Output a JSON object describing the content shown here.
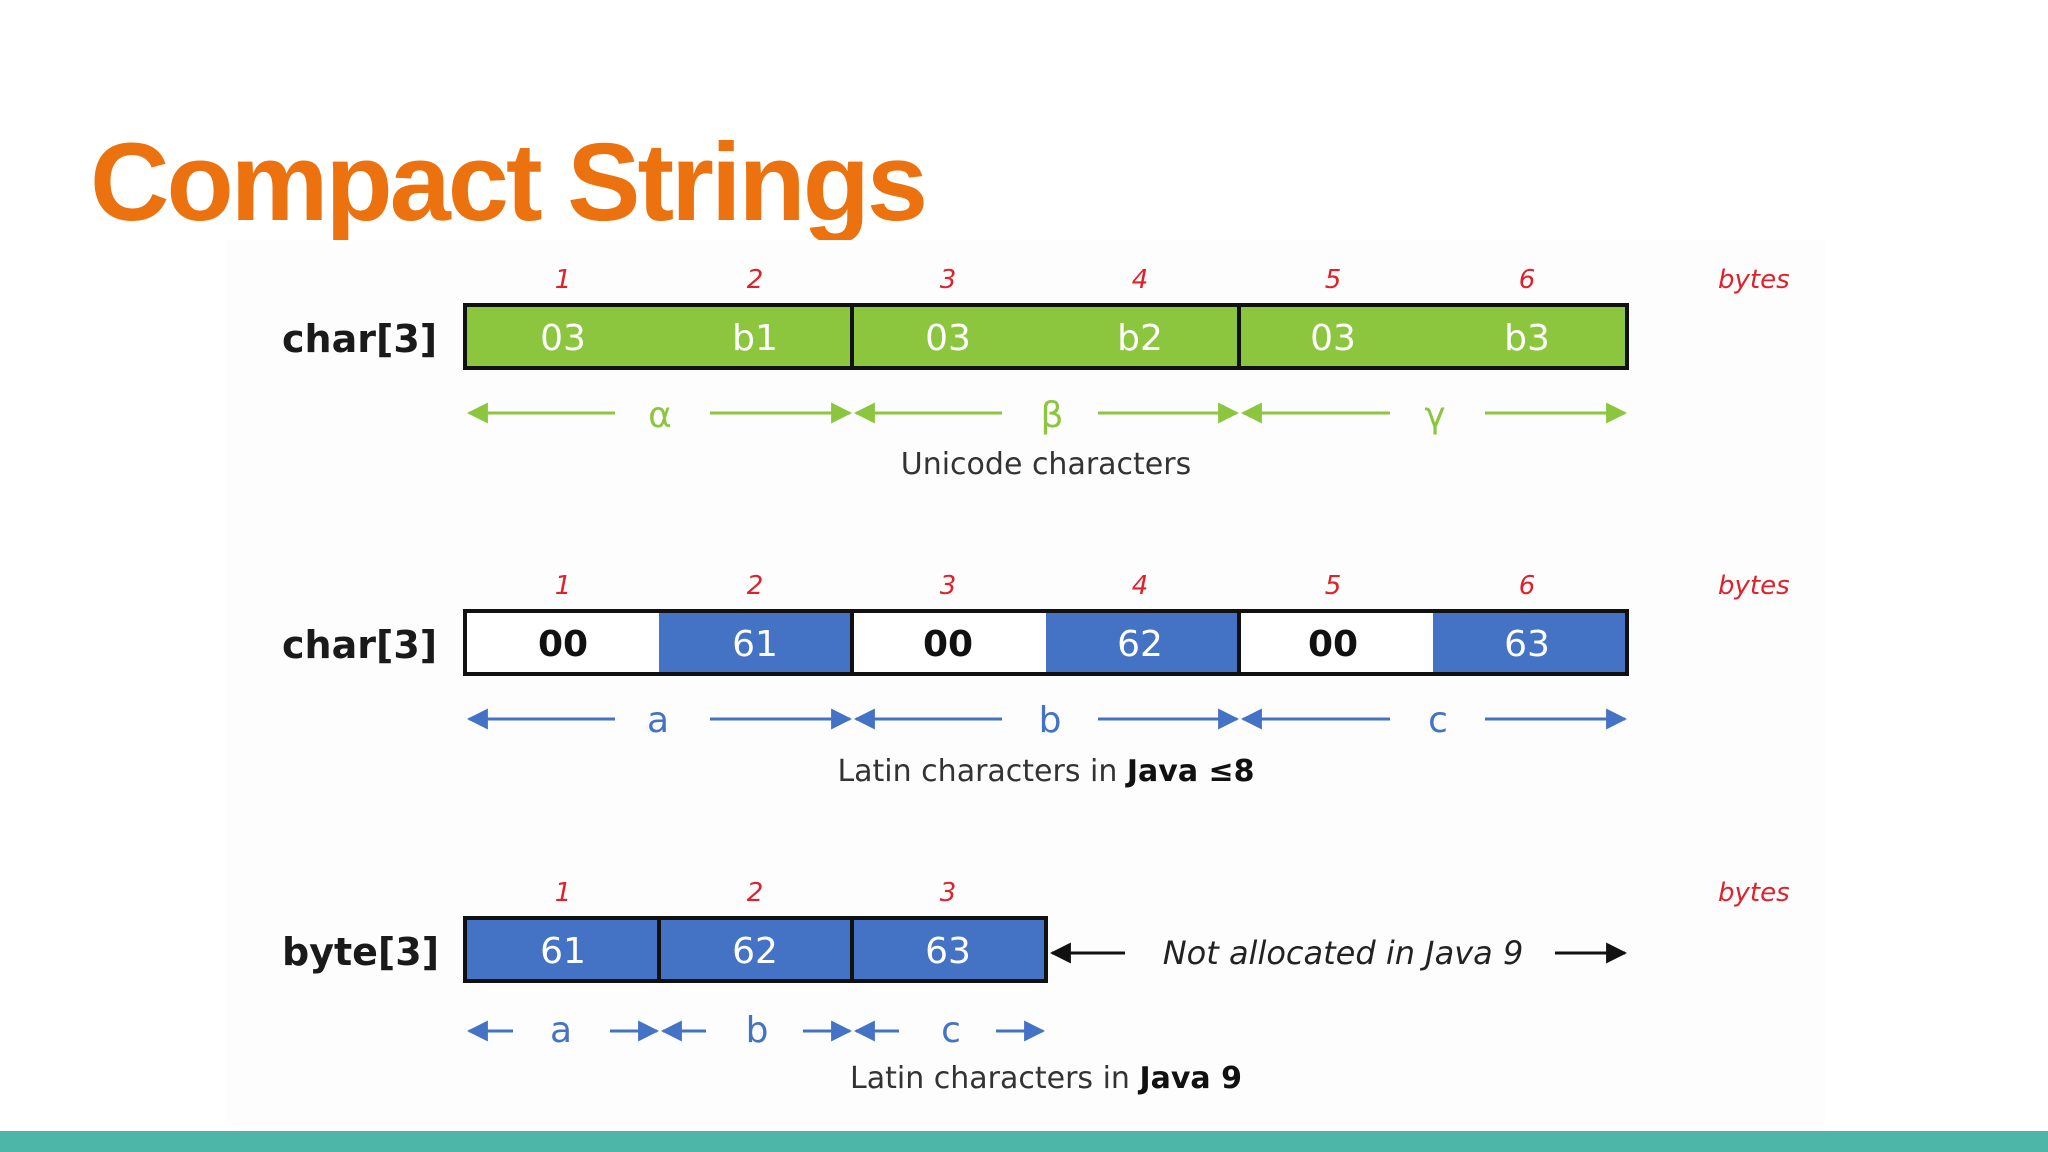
{
  "slide": {
    "title": "Compact Strings"
  },
  "bytes_label": "bytes",
  "colors": {
    "title": "#ec720f",
    "green": "#8cc63f",
    "blue": "#4472c4",
    "red": "#e0202a",
    "teal": "#4db6a8"
  },
  "rows": [
    {
      "label": "char[3]",
      "byte_numbers": [
        "1",
        "2",
        "3",
        "4",
        "5",
        "6"
      ],
      "cells": [
        "03",
        "b1",
        "03",
        "b2",
        "03",
        "b3"
      ],
      "chars": [
        "α",
        "β",
        "γ"
      ],
      "caption_plain": "Unicode characters",
      "caption_bold": ""
    },
    {
      "label": "char[3]",
      "byte_numbers": [
        "1",
        "2",
        "3",
        "4",
        "5",
        "6"
      ],
      "cells": [
        "00",
        "61",
        "00",
        "62",
        "00",
        "63"
      ],
      "chars": [
        "a",
        "b",
        "c"
      ],
      "caption_plain": "Latin characters in ",
      "caption_bold": "Java ≤8"
    },
    {
      "label": "byte[3]",
      "byte_numbers": [
        "1",
        "2",
        "3"
      ],
      "cells": [
        "61",
        "62",
        "63"
      ],
      "chars": [
        "a",
        "b",
        "c"
      ],
      "caption_plain": "Latin characters in ",
      "caption_bold": "Java 9",
      "note": "Not allocated in Java 9"
    }
  ]
}
